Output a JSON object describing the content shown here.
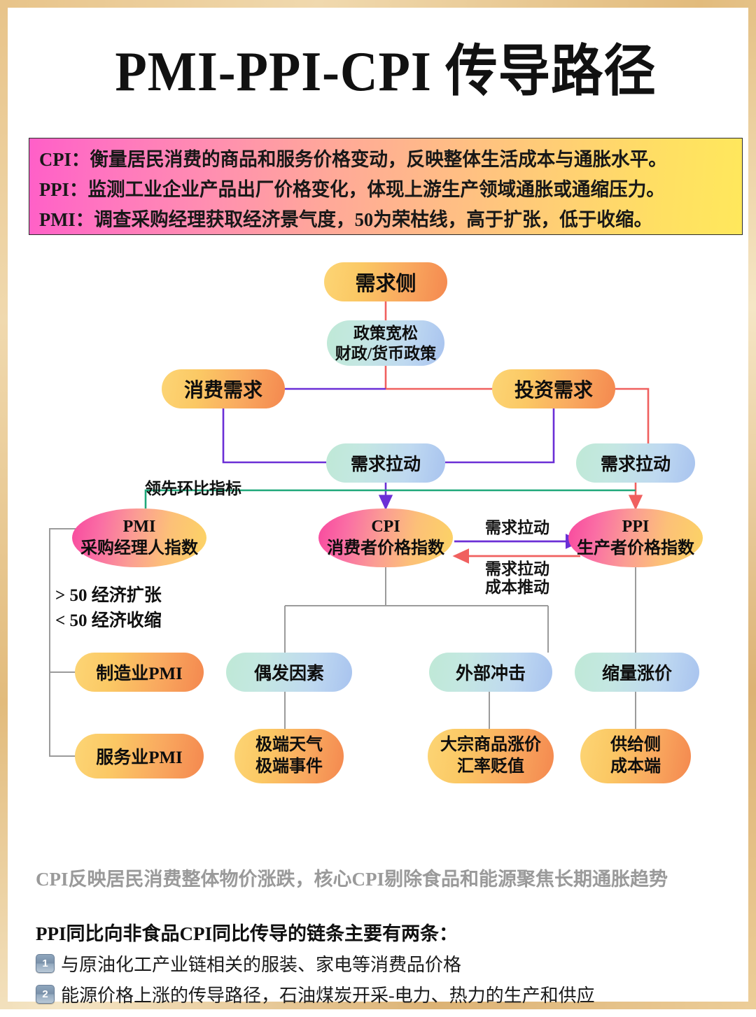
{
  "title": "PMI-PPI-CPI 传导路径",
  "definitions": [
    {
      "key": "CPI：",
      "text": "衡量居民消费的商品和服务价格变动，反映整体生活成本与通胀水平。"
    },
    {
      "key": "PPI：",
      "text": "监测工业企业产品出厂价格变化，体现上游生产领域通胀或通缩压力。"
    },
    {
      "key": "PMI：",
      "text": "调查采购经理获取经济景气度，50为荣枯线，高于扩张，低于收缩。"
    }
  ],
  "nodes": {
    "demand_side": "需求侧",
    "policy": {
      "line1": "政策宽松",
      "line2": "财政/货币政策"
    },
    "consumer_demand": "消费需求",
    "investment_demand": "投资需求",
    "demand_pull_center": "需求拉动",
    "demand_pull_right": "需求拉动",
    "pmi": {
      "line1": "PMI",
      "line2": "采购经理人指数"
    },
    "cpi": {
      "line1": "CPI",
      "line2": "消费者价格指数"
    },
    "ppi": {
      "line1": "PPI",
      "line2": "生产者价格指数"
    },
    "manufacturing_pmi": "制造业PMI",
    "services_pmi": "服务业PMI",
    "incidental_factors": "偶发因素",
    "external_shock": "外部冲击",
    "volume_shrink_price_rise": "缩量涨价",
    "extreme": {
      "line1": "极端天气",
      "line2": "极端事件"
    },
    "commodity": {
      "line1": "大宗商品涨价",
      "line2": "汇率贬值"
    },
    "supply_side": {
      "line1": "供给侧",
      "line2": "成本端"
    }
  },
  "labels": {
    "leading_indicator": "领先环比指标",
    "pmi_above_50": "> 50 经济扩张",
    "pmi_below_50": "< 50 经济收缩",
    "cpi_to_ppi": "需求拉动",
    "ppi_to_cpi_line1": "需求拉动",
    "ppi_to_cpi_line2": "成本推动"
  },
  "footer": {
    "note": "CPI反映居民消费整体物价涨跌，核心CPI剔除食品和能源聚焦长期通胀趋势",
    "heading": "PPI同比向非食品CPI同比传导的链条主要有两条：",
    "items": [
      {
        "num": "1",
        "text": "与原油化工产业链相关的服装、家电等消费品价格"
      },
      {
        "num": "2",
        "text": "能源价格上涨的传导路径，石油煤炭开采-电力、热力的生产和供应"
      }
    ]
  },
  "colors": {
    "frame": "#e2bb7c",
    "wire_purple": "#6b2fd6",
    "wire_red": "#f0605f",
    "wire_green": "#1fa87a",
    "wire_gray": "#9b9b9b",
    "node_orange": "#f9a95f",
    "node_teal": "#bfd9f0",
    "node_pink": "#f8489f"
  }
}
